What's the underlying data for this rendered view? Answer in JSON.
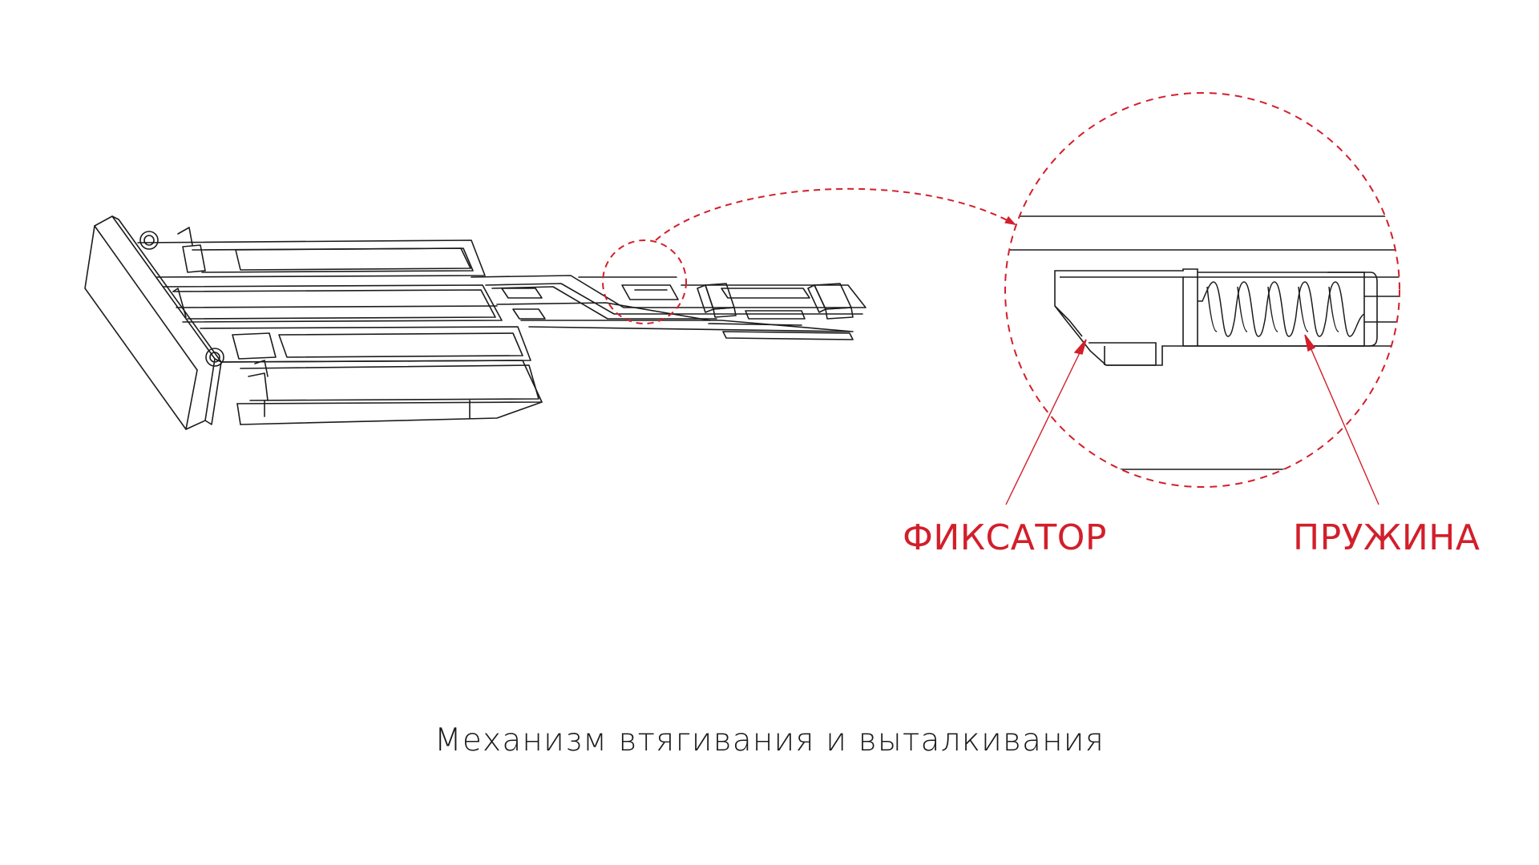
{
  "colors": {
    "accent": "#d21f2b",
    "line": "#1c1c1c"
  },
  "labels": {
    "latch": "ФИКСАТОР",
    "spring": "ПРУЖИНА"
  },
  "caption": "Механизм втягивания и выталкивания",
  "icons": {
    "mechanism": "mechanism-drawing-icon",
    "zoom": "zoom-circle-icon",
    "spring": "spring-coil-icon"
  }
}
